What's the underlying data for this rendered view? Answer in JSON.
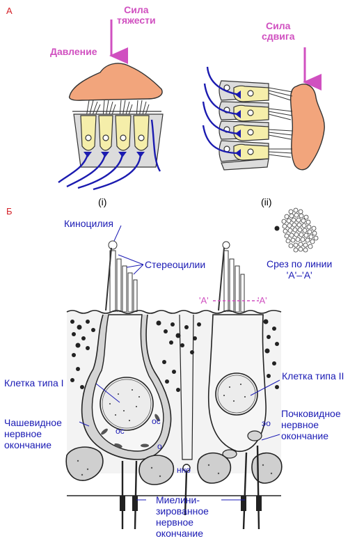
{
  "panel_a": {
    "letter": "А",
    "gravity": [
      "Сила",
      "тяжести"
    ],
    "pressure": "Давление",
    "shear": [
      "Сила",
      "сдвига"
    ],
    "caption_i": "(i)",
    "caption_ii": "(ii)"
  },
  "panel_b": {
    "letter": "Б",
    "kinocilium": "Киноцилия",
    "stereocilia": "Стереоцилии",
    "section": [
      "Срез по линии",
      "'А'–'А'"
    ],
    "aa_left": "'А'",
    "aa_right": "'А'",
    "type1": "Клетка типа I",
    "type2": "Клетка типа II",
    "calyx": [
      "Чашевидное",
      "нервное",
      "окончание"
    ],
    "bouton": [
      "Почковидное",
      "нервное",
      "окончание"
    ],
    "myelin": [
      "Миелини-",
      "зированное",
      "нервное",
      "окончание"
    ],
    "abbr_oc1": "ос",
    "abbr_oc2": "ос",
    "abbr_o": "о",
    "abbr_nno": "нно",
    "abbr_eo": "эо"
  },
  "colors": {
    "otolith": "#f2a57c",
    "hair_cell": "#f5eeaa",
    "support_cell": "#dcdcdc",
    "nerve": "#1b1bb0",
    "accent": "#d050c0",
    "letter": "#d42027"
  }
}
